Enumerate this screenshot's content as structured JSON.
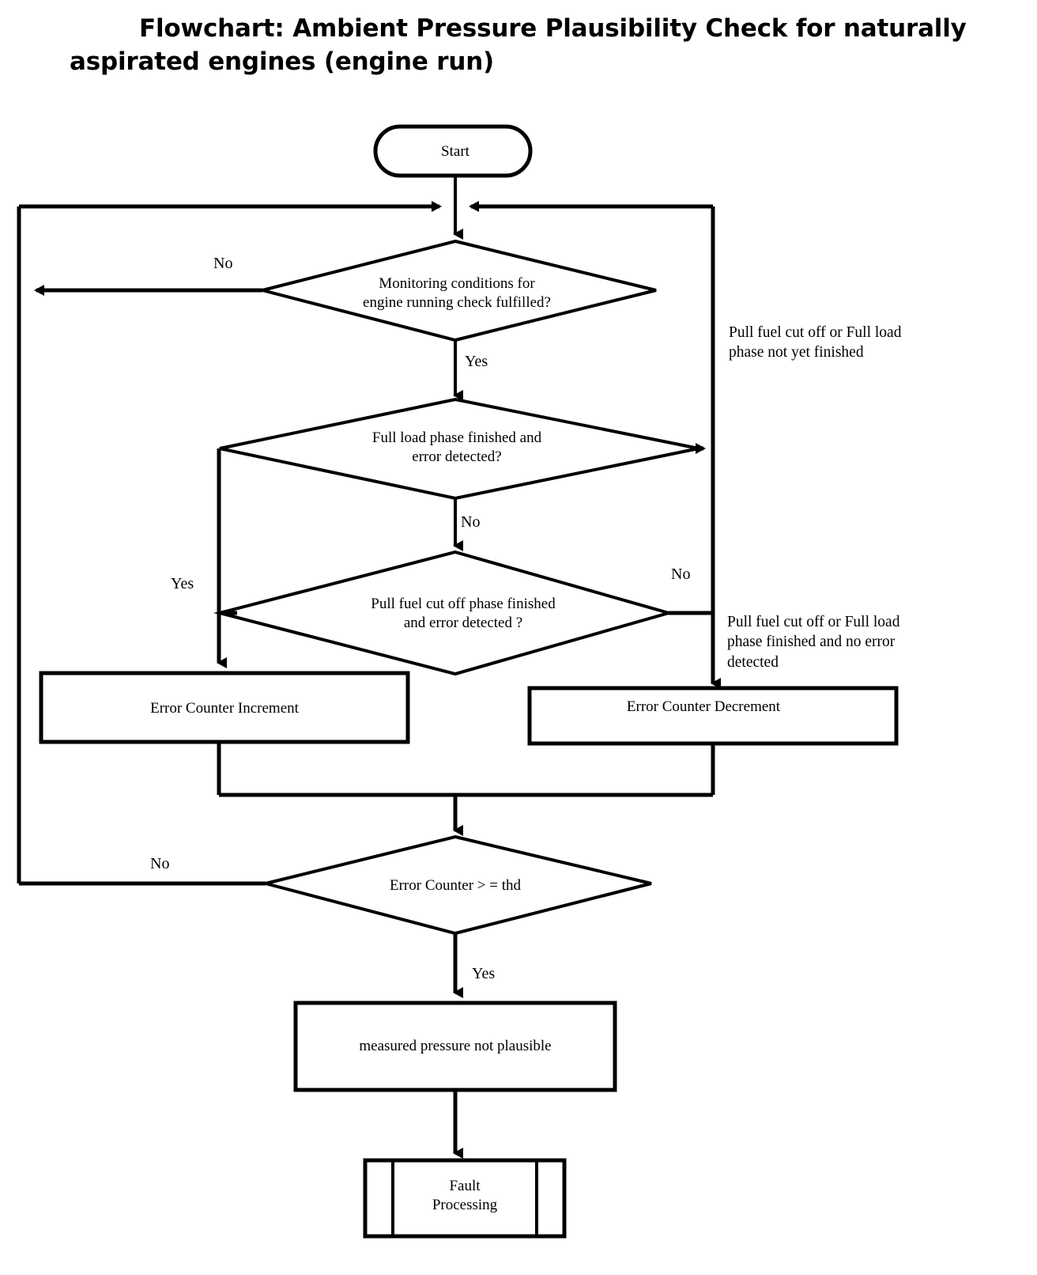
{
  "title": {
    "line1": "Flowchart: Ambient Pressure Plausibility Check for naturally",
    "line2": "aspirated engines (engine run)"
  },
  "colors": {
    "stroke": "#000000",
    "background": "#ffffff",
    "text": "#000000"
  },
  "chart_data": {
    "type": "diagram",
    "diagram_kind": "flowchart",
    "title": "Flowchart: Ambient Pressure Plausibility Check for naturally aspirated engines (engine run)",
    "nodes": [
      {
        "id": "start",
        "shape": "terminator",
        "label": "Start"
      },
      {
        "id": "d1",
        "shape": "decision",
        "label": "Monitoring  conditions for\nengine running check fulfilled?"
      },
      {
        "id": "d2",
        "shape": "decision",
        "label": "Full load phase finished and\nerror detected?"
      },
      {
        "id": "d3",
        "shape": "decision",
        "label": "Pull fuel cut off phase finished\nand error detected ?"
      },
      {
        "id": "inc",
        "shape": "process",
        "label": "Error Counter Increment"
      },
      {
        "id": "dec",
        "shape": "process",
        "label": "Error Counter Decrement"
      },
      {
        "id": "d4",
        "shape": "decision",
        "label": "Error Counter > = thd"
      },
      {
        "id": "notplaus",
        "shape": "process",
        "label": "measured pressure not plausible"
      },
      {
        "id": "fault",
        "shape": "predefined-process",
        "label": "Fault\nProcessing"
      }
    ],
    "edges": [
      {
        "from": "start",
        "to": "d1",
        "label": ""
      },
      {
        "from": "d1",
        "to": "loop-left",
        "label": "No"
      },
      {
        "from": "d1",
        "to": "d2",
        "label": "Yes"
      },
      {
        "from": "d2",
        "to": "inc",
        "label": "Yes"
      },
      {
        "from": "d2",
        "to": "dec",
        "label": ""
      },
      {
        "from": "d3",
        "to": "inc",
        "label": "Yes"
      },
      {
        "from": "d3",
        "to": "dec",
        "label": "No"
      },
      {
        "from": "d2",
        "to": "d3",
        "label": "No"
      },
      {
        "from": "inc",
        "to": "d4",
        "label": ""
      },
      {
        "from": "dec",
        "to": "d4",
        "label": ""
      },
      {
        "from": "d4",
        "to": "loop-left",
        "label": "No"
      },
      {
        "from": "d4",
        "to": "notplaus",
        "label": "Yes"
      },
      {
        "from": "notplaus",
        "to": "fault",
        "label": ""
      }
    ],
    "annotations": [
      "Pull fuel cut off or Full load phase not yet finished",
      "Pull fuel cut off or Full load phase finished and no error detected"
    ]
  },
  "nodes": {
    "start": {
      "label": "Start"
    },
    "decision1": {
      "label": "Monitoring  conditions for\nengine running check fulfilled?"
    },
    "decision2": {
      "label": "Full load phase finished and\nerror detected?"
    },
    "decision3": {
      "label": "Pull fuel cut off phase finished\nand error detected ?"
    },
    "increment": {
      "label": "Error Counter Increment"
    },
    "decrement": {
      "label": "Error Counter Decrement"
    },
    "decision4": {
      "label": "Error Counter > = thd"
    },
    "notplausible": {
      "label": "measured pressure not plausible"
    },
    "fault": {
      "label": "Fault\nProcessing"
    }
  },
  "edge_labels": {
    "d1_no": "No",
    "d1_yes": "Yes",
    "d2_no": "No",
    "d3_yes": "Yes",
    "d3_no": "No",
    "d4_no": "No",
    "d4_yes": "Yes"
  },
  "annotations": {
    "note_top": "Pull fuel cut off or Full load\nphase not yet finished",
    "note_bottom": "Pull fuel cut off or Full load\nphase finished and no error\ndetected"
  }
}
